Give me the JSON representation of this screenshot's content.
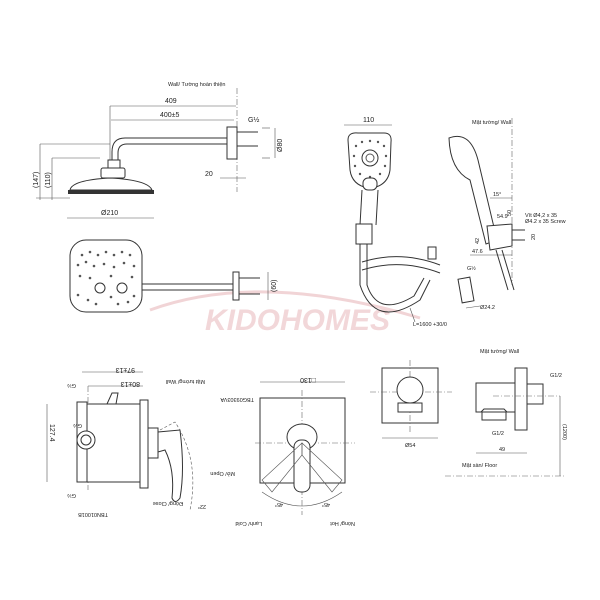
{
  "rain_shower": {
    "wall_label": "Wall/ Tường hoàn thiện",
    "total_length": "409",
    "arm_length": "400±5",
    "thread": "G½",
    "plate_diameter": "Ø80",
    "plate_depth": "20",
    "height_total": "(147)",
    "height_head": "(110)",
    "head_diameter": "Ø210",
    "arm_height": "(60)"
  },
  "hand_shower": {
    "head_width": "110",
    "wall_label": "Mặt tường/ Wall",
    "angle": "15°",
    "holder_depth": "54.9",
    "dim_50": "50",
    "screw_vi": "Vít Ø4,2 x 35",
    "screw_en": "Ø4.2 x 35 Screw",
    "dim_42": "42",
    "dim_20": "20",
    "dim_47_6": "47.6",
    "hose_thread": "G½",
    "hose_diameter": "Ø24.2",
    "hose_length": "L=1600 +30/0"
  },
  "watermark": "KIDOHOMES",
  "valve": {
    "dim_97": "97±13",
    "dim_80": "80±13",
    "wall_label": "Mặt tường/ Wall",
    "thread_top": "G½",
    "thread_mid": "G½",
    "thread_bottom": "G½",
    "height": "127.4",
    "body_code": "TBN01001B",
    "open_label": "Mở/ Open",
    "close_label": "Đóng/ Close",
    "close_angle": "22°",
    "plate_size": "□130",
    "trim_code": "TBG09303VA",
    "angle_left": "45°",
    "angle_right": "45°",
    "cold_label": "Lạnh/ Cold",
    "hot_label": "Nóng/ Hot"
  },
  "wall_outlet": {
    "plate_diameter": "Ø54",
    "wall_label": "Mặt tường/ Wall",
    "thread_in": "G1/2",
    "thread_out": "G1/2",
    "depth": "49",
    "height": "(1200)",
    "floor_label": "Mặt sàn/ Floor"
  }
}
